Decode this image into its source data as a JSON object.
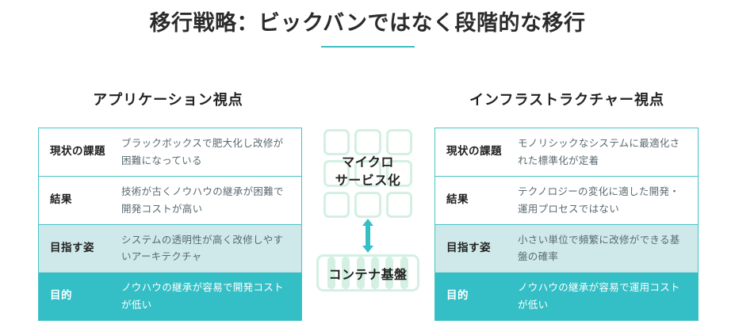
{
  "slide": {
    "title": "移行戦略：ビックバンではなく段階的な移行",
    "accent_color": "#34bfc6",
    "tint_color": "#cfe9ea",
    "mint_color": "#d3f0e2"
  },
  "columns": [
    {
      "heading": "アプリケーション視点",
      "rows": [
        {
          "label": "現状の課題",
          "text": "ブラックボックスで肥大化し改修が困難になっている",
          "style": "plain"
        },
        {
          "label": "結果",
          "text": "技術が古くノウハウの継承が困難で開発コストが高い",
          "style": "plain"
        },
        {
          "label": "目指す姿",
          "text": "システムの透明性が高く改修しやすいアーキテクチャ",
          "style": "tint"
        },
        {
          "label": "目的",
          "text": "ノウハウの継承が容易で開発コストが低い",
          "style": "accent"
        }
      ]
    },
    {
      "heading": "インフラストラクチャー視点",
      "rows": [
        {
          "label": "現状の課題",
          "text": "モノリシックなシステムに最適化された標準化が定着",
          "style": "plain"
        },
        {
          "label": "結果",
          "text": "テクノロジーの変化に適した開発・運用プロセスではない",
          "style": "plain"
        },
        {
          "label": "目指す姿",
          "text": "小さい単位で頻繁に改修ができる基盤の確率",
          "style": "tint"
        },
        {
          "label": "目的",
          "text": "ノウハウの継承が容易で運用コストが低い",
          "style": "accent"
        }
      ]
    }
  ],
  "center": {
    "micro_label_line1": "マイクロ",
    "micro_label_line2": "サービス化",
    "container_label": "コンテナ基盤",
    "arrow_icon": "double-arrow-vertical-icon",
    "micro_grid_icon": "microservices-grid-icon"
  }
}
